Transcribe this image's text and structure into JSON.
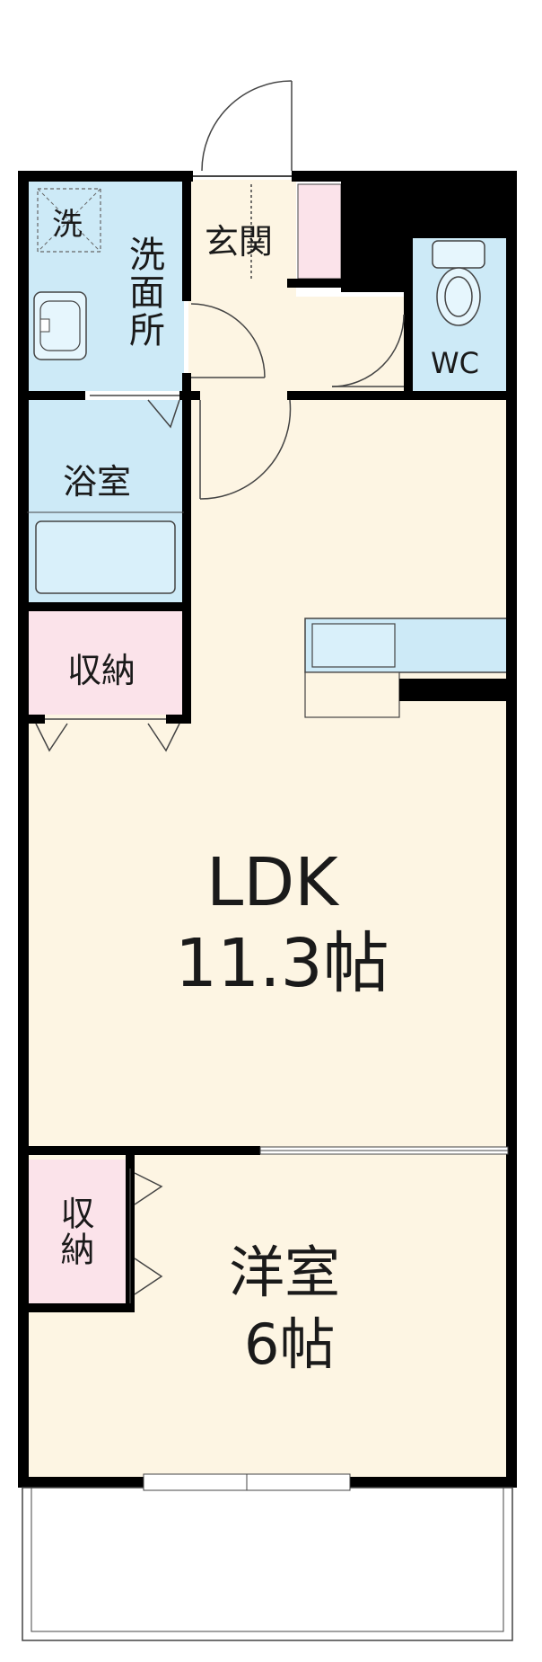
{
  "rooms": {
    "washroom": {
      "label": "洗面所"
    },
    "washer": {
      "label": "洗"
    },
    "entrance": {
      "label": "玄関"
    },
    "wc": {
      "label": "WC"
    },
    "bath": {
      "label": "浴室"
    },
    "storage1": {
      "label": "収納"
    },
    "ldk": {
      "label": "LDK",
      "size": "11.3帖"
    },
    "storage2": {
      "label": "収納"
    },
    "western": {
      "label": "洋室",
      "size": "6帖"
    }
  },
  "colors": {
    "wall": "#000000",
    "floor": "#fdf5e3",
    "wet": "#cdeaf7",
    "storage": "#fbe3ea",
    "line": "#444444"
  }
}
